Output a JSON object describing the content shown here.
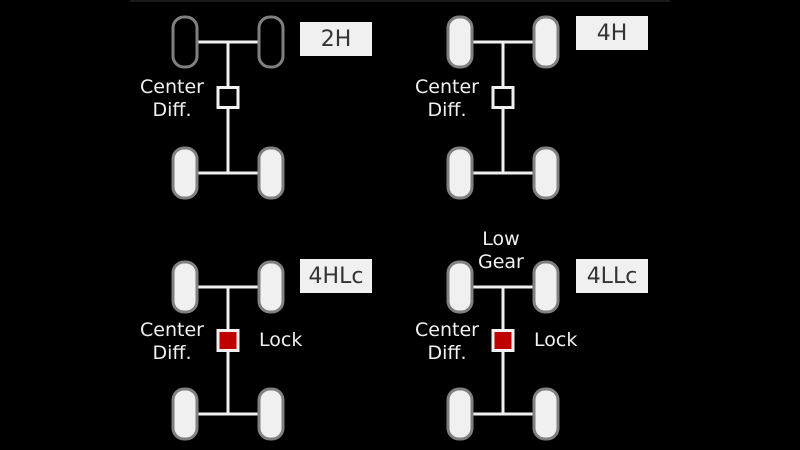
{
  "colors": {
    "background": "#000000",
    "tire_fill": "#f0f0f0",
    "tire_outline": "#808080",
    "tire_inactive_fill": "#000000",
    "shaft": "#f0f0f0",
    "diff_open_fill": "#000000",
    "diff_locked_fill": "#c00000",
    "badge_bg": "#f0f0f0",
    "badge_text": "#333333"
  },
  "modes": [
    {
      "id": "2h",
      "badge": "2H",
      "front_tires_active": false,
      "diff_locked": false,
      "center_diff_label": [
        "Center",
        "Diff."
      ],
      "lock_label": "",
      "low_gear_label": []
    },
    {
      "id": "4h",
      "badge": "4H",
      "front_tires_active": true,
      "diff_locked": false,
      "center_diff_label": [
        "Center",
        "Diff."
      ],
      "lock_label": "",
      "low_gear_label": []
    },
    {
      "id": "4hlc",
      "badge": "4HLc",
      "front_tires_active": true,
      "diff_locked": true,
      "center_diff_label": [
        "Center",
        "Diff."
      ],
      "lock_label": "Lock",
      "low_gear_label": []
    },
    {
      "id": "4llc",
      "badge": "4LLc",
      "front_tires_active": true,
      "diff_locked": true,
      "center_diff_label": [
        "Center",
        "Diff."
      ],
      "lock_label": "Lock",
      "low_gear_label": [
        "Low",
        "Gear"
      ]
    }
  ]
}
